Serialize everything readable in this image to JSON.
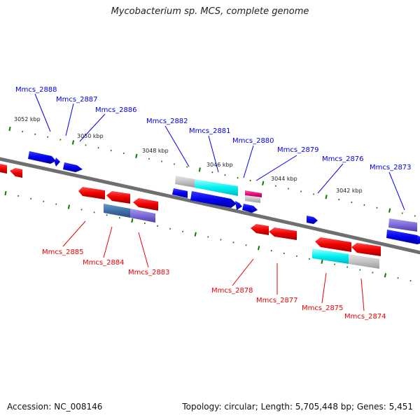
{
  "title": "Mycobacterium sp. MCS, complete genome",
  "footer": {
    "accession": "Accession: NC_008146",
    "topology": "Topology: circular; Length: 5,705,448 bp; Genes: 5,451"
  },
  "colors": {
    "plus_strand": "#0000ee",
    "minus_strand": "#ee0000",
    "ruler_tick": "#008000",
    "backbone": "#777777"
  },
  "ruler_labels": [
    "3052 kbp",
    "3050 kbp",
    "3048 kbp",
    "3046 kbp",
    "3044 kbp",
    "3042 kbp"
  ],
  "plus_strand_labels": [
    "Mmcs_2888",
    "Mmcs_2887",
    "Mmcs_2886",
    "Mmcs_2882",
    "Mmcs_2881",
    "Mmcs_2880",
    "Mmcs_2879",
    "Mmcs_2876",
    "Mmcs_2873"
  ],
  "minus_strand_labels": [
    "Mmcs_2885",
    "Mmcs_2884",
    "Mmcs_2883",
    "Mmcs_2878",
    "Mmcs_2877",
    "Mmcs_2875",
    "Mmcs_2874"
  ]
}
